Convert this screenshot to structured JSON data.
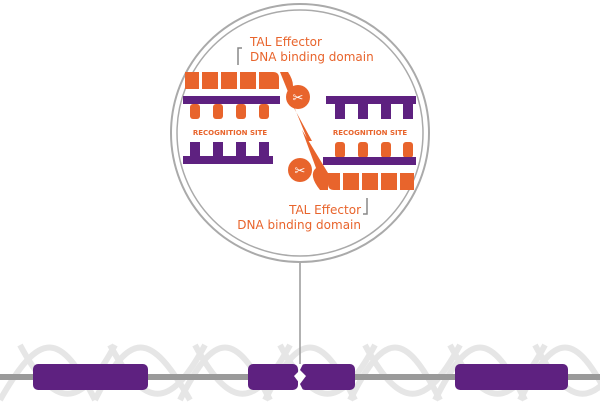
{
  "labels": {
    "top_line1": "TAL Effector",
    "top_line2": "DNA binding domain",
    "bottom_line1": "TAL Effector",
    "bottom_line2": "DNA binding domain",
    "site_left": "RECOGNITION SITE",
    "site_right": "RECOGNITION SITE"
  },
  "icons": [
    "scissors-icon",
    "scissors-icon"
  ],
  "colors": {
    "orange": "#e8642c",
    "purple": "#5e2180",
    "gray": "#8c8c8c",
    "helix": "#e4e4e4"
  }
}
